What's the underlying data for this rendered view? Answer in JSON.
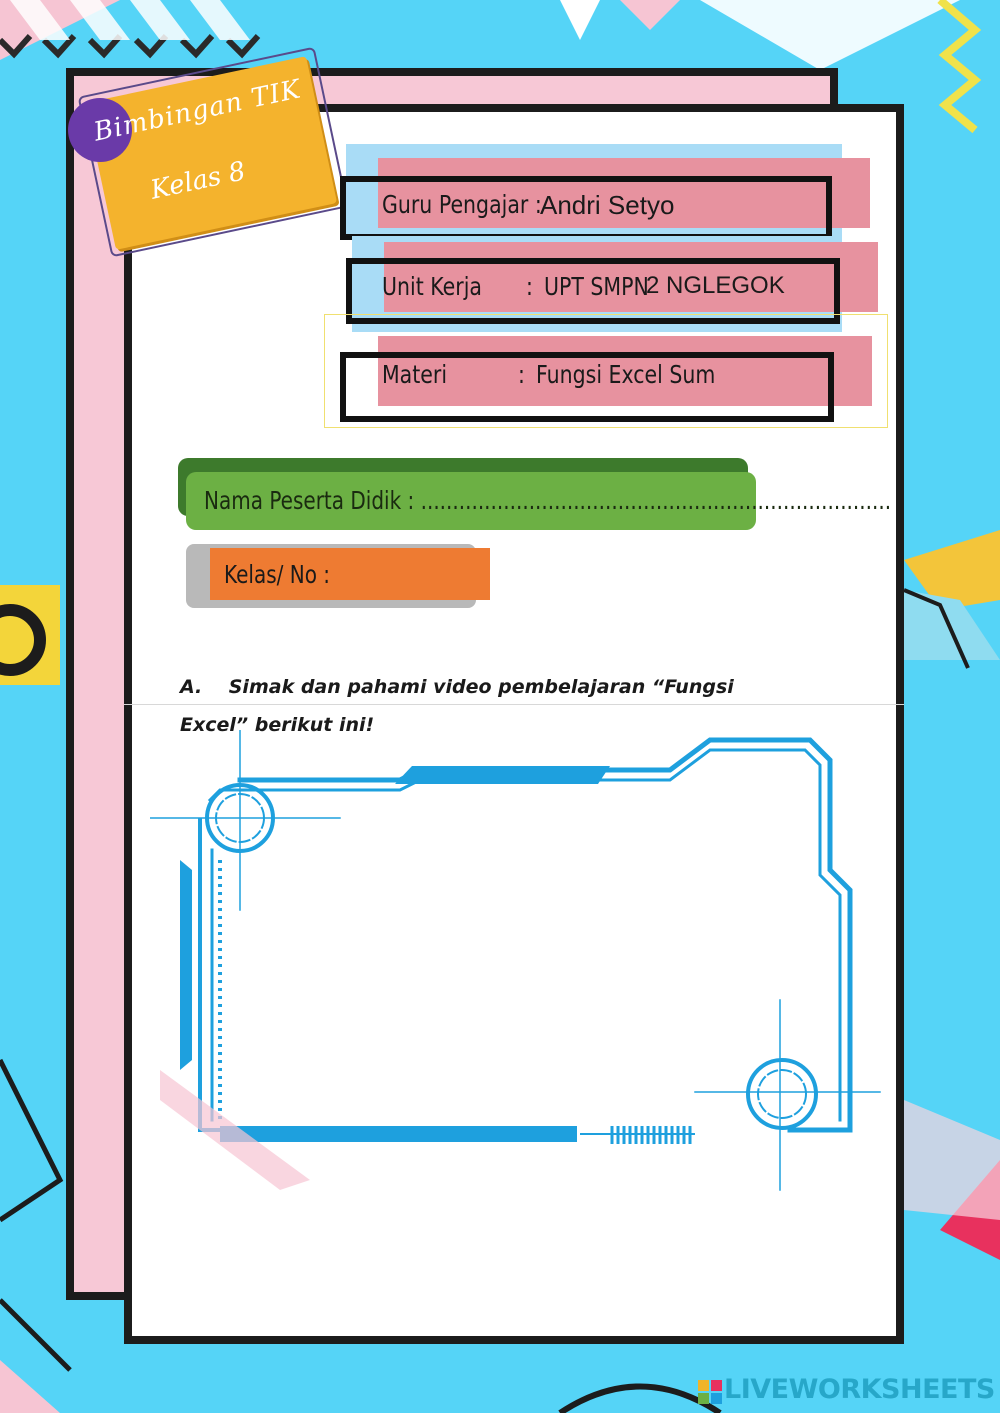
{
  "badge": {
    "line1": "Bimbingan TIK",
    "line2": "Kelas 8"
  },
  "info": [
    {
      "label": "Guru Pengajar :",
      "value": "Andri Setyo"
    },
    {
      "label": "Unit Kerja",
      "colon": ":",
      "value_a": "UPT SMPN",
      "value_b": "2 NGLEGOK"
    },
    {
      "label": "Materi",
      "colon": ":",
      "value": "Fungsi Excel Sum"
    }
  ],
  "student": {
    "name_label": "Nama Peserta Didik : ..........................................................................",
    "class_label": "Kelas/ No  :"
  },
  "instruction": {
    "marker": "A.",
    "line1": "Simak dan pahami video pembelajaran  “Fungsi",
    "line2": "Excel” berikut ini!"
  },
  "brand": {
    "name": "LIVEWORKSHEETS"
  },
  "colors": {
    "background": "#55d4f7",
    "pink": "#e7929f",
    "green": "#6cb044",
    "orange": "#ee7b32",
    "frame": "#1ea0de"
  }
}
